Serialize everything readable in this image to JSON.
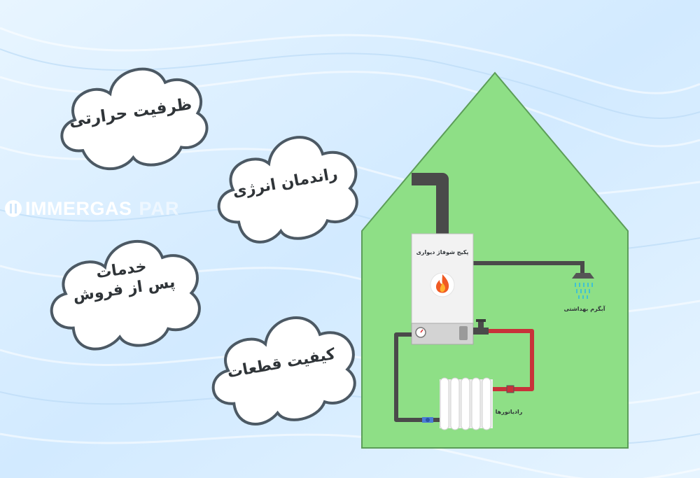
{
  "clouds": [
    {
      "id": "capacity",
      "text": "ظرفیت حرارتی"
    },
    {
      "id": "efficiency",
      "text": "راندمان انرژی"
    },
    {
      "id": "service",
      "line1": "خدمات",
      "line2": "پس از فروش"
    },
    {
      "id": "quality",
      "text": "کیفیت قطعات"
    }
  ],
  "logo": {
    "brand": "IMMERGAS",
    "suffix": "PAR"
  },
  "diagram": {
    "boiler_label": "پکیج شوفاژ دیواری",
    "shower_label": "آبگرم بهداشتی",
    "radiator_label": "رادیاتورها"
  },
  "colors": {
    "house": "#8edf86",
    "pipe_hot": "#c8323a",
    "pipe_dark": "#4a4a4a",
    "flame": "#f05a23",
    "background": "#dcefff"
  },
  "icons": [
    "flame-icon",
    "shower-icon",
    "pressure-gauge-icon",
    "radiator-icon",
    "immergas-logo-icon"
  ]
}
